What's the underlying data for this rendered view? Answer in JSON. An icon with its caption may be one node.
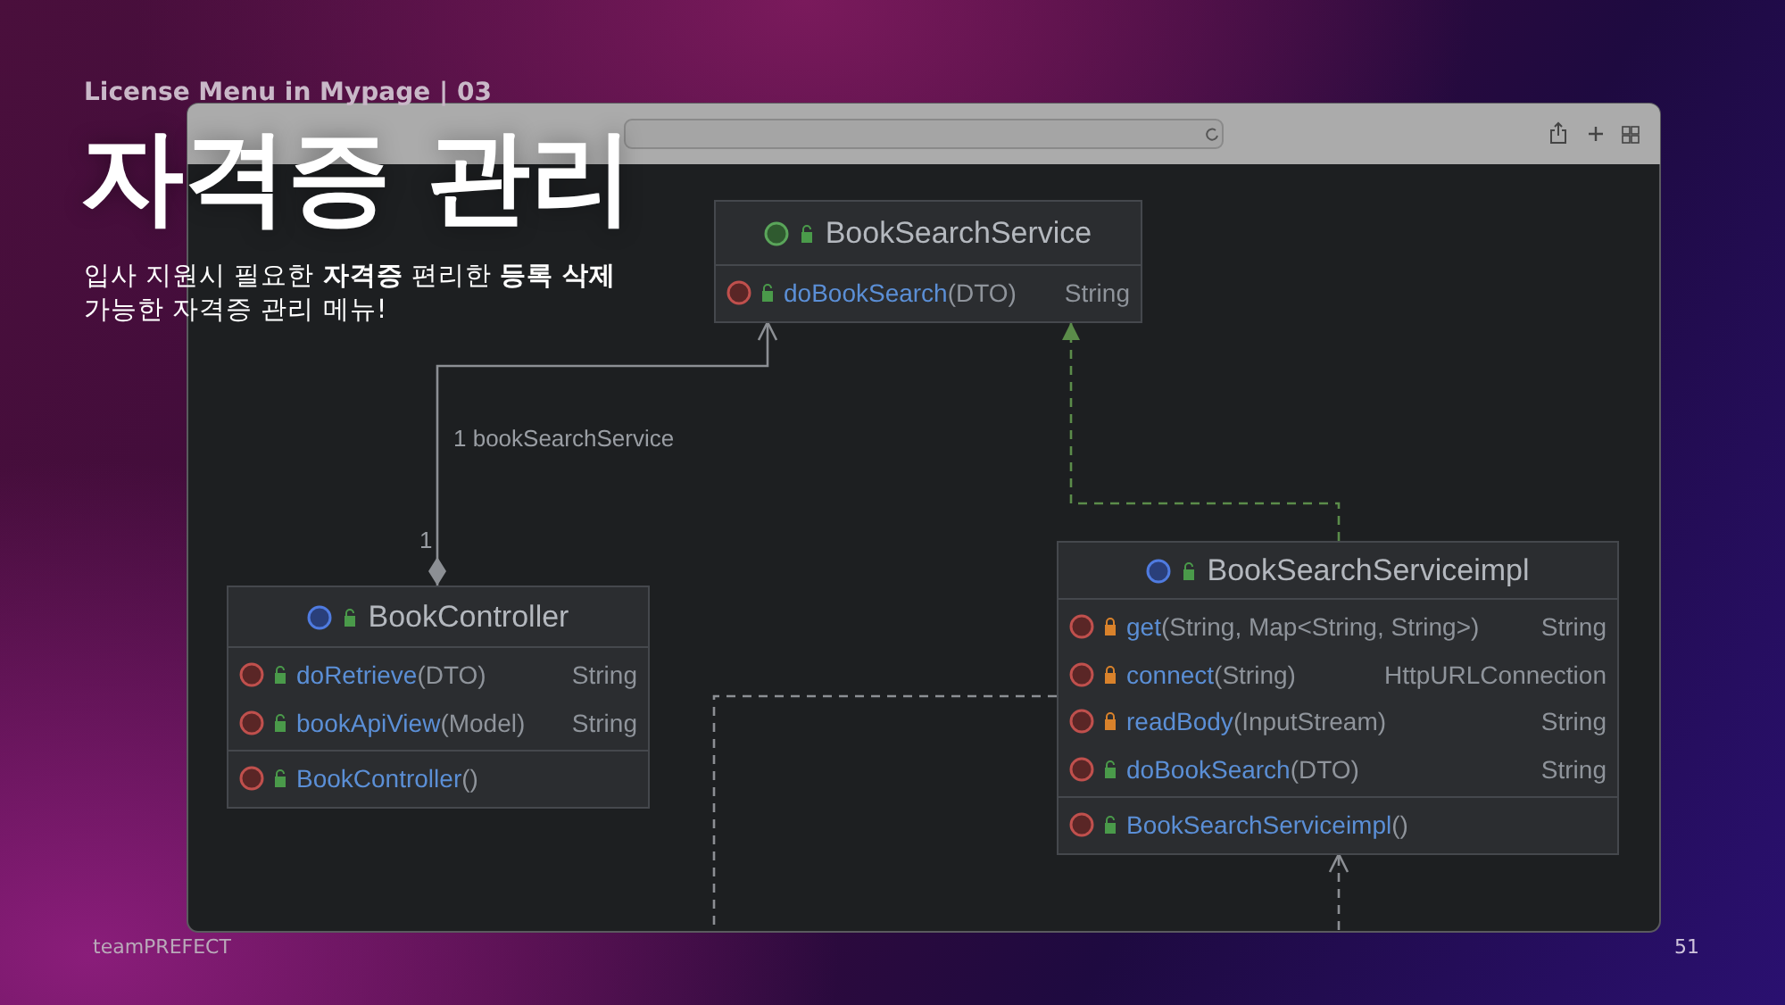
{
  "diagram": {
    "title": "자격증 관리",
    "nodes": [
      {
        "text": [
          "BookSearchService",
          "doBookSearch(DTO)",
          "String"
        ]
      },
      {
        "text": [
          "BookController",
          "doRetrieve(DTO)",
          "String",
          "bookApiView(Model)",
          "String",
          "BookController()"
        ]
      },
      {
        "text": [
          "BookSearchServiceimpl",
          "get(String, Map<String, String>)",
          "String",
          "connect(String)",
          "HttpURLConnection",
          "readBody(InputStream)",
          "String",
          "doBookSearch(DTO)",
          "String",
          "BookSearchServiceimpl()"
        ]
      }
    ],
    "edges": [
      {
        "from": 1,
        "to": 0,
        "arrow": "to",
        "label": "1 bookSearchService"
      },
      {
        "from": 2,
        "to": 0,
        "arrow": "to",
        "style": "dashed",
        "color": "#5b8c4a"
      },
      {
        "from": 2,
        "to": null,
        "arrow": "none",
        "style": "dashed"
      },
      {
        "from": null,
        "to": 2,
        "arrow": "to",
        "style": "dashed"
      }
    ],
    "labels": [
      "License Menu in Mypage | 03",
      "입사 지원시 필요한 **자격증** 편리한 **등록 삭제** 가능한 자격증 관리 메뉴!",
      "1",
      "teamPREFECT",
      "51"
    ]
  }
}
